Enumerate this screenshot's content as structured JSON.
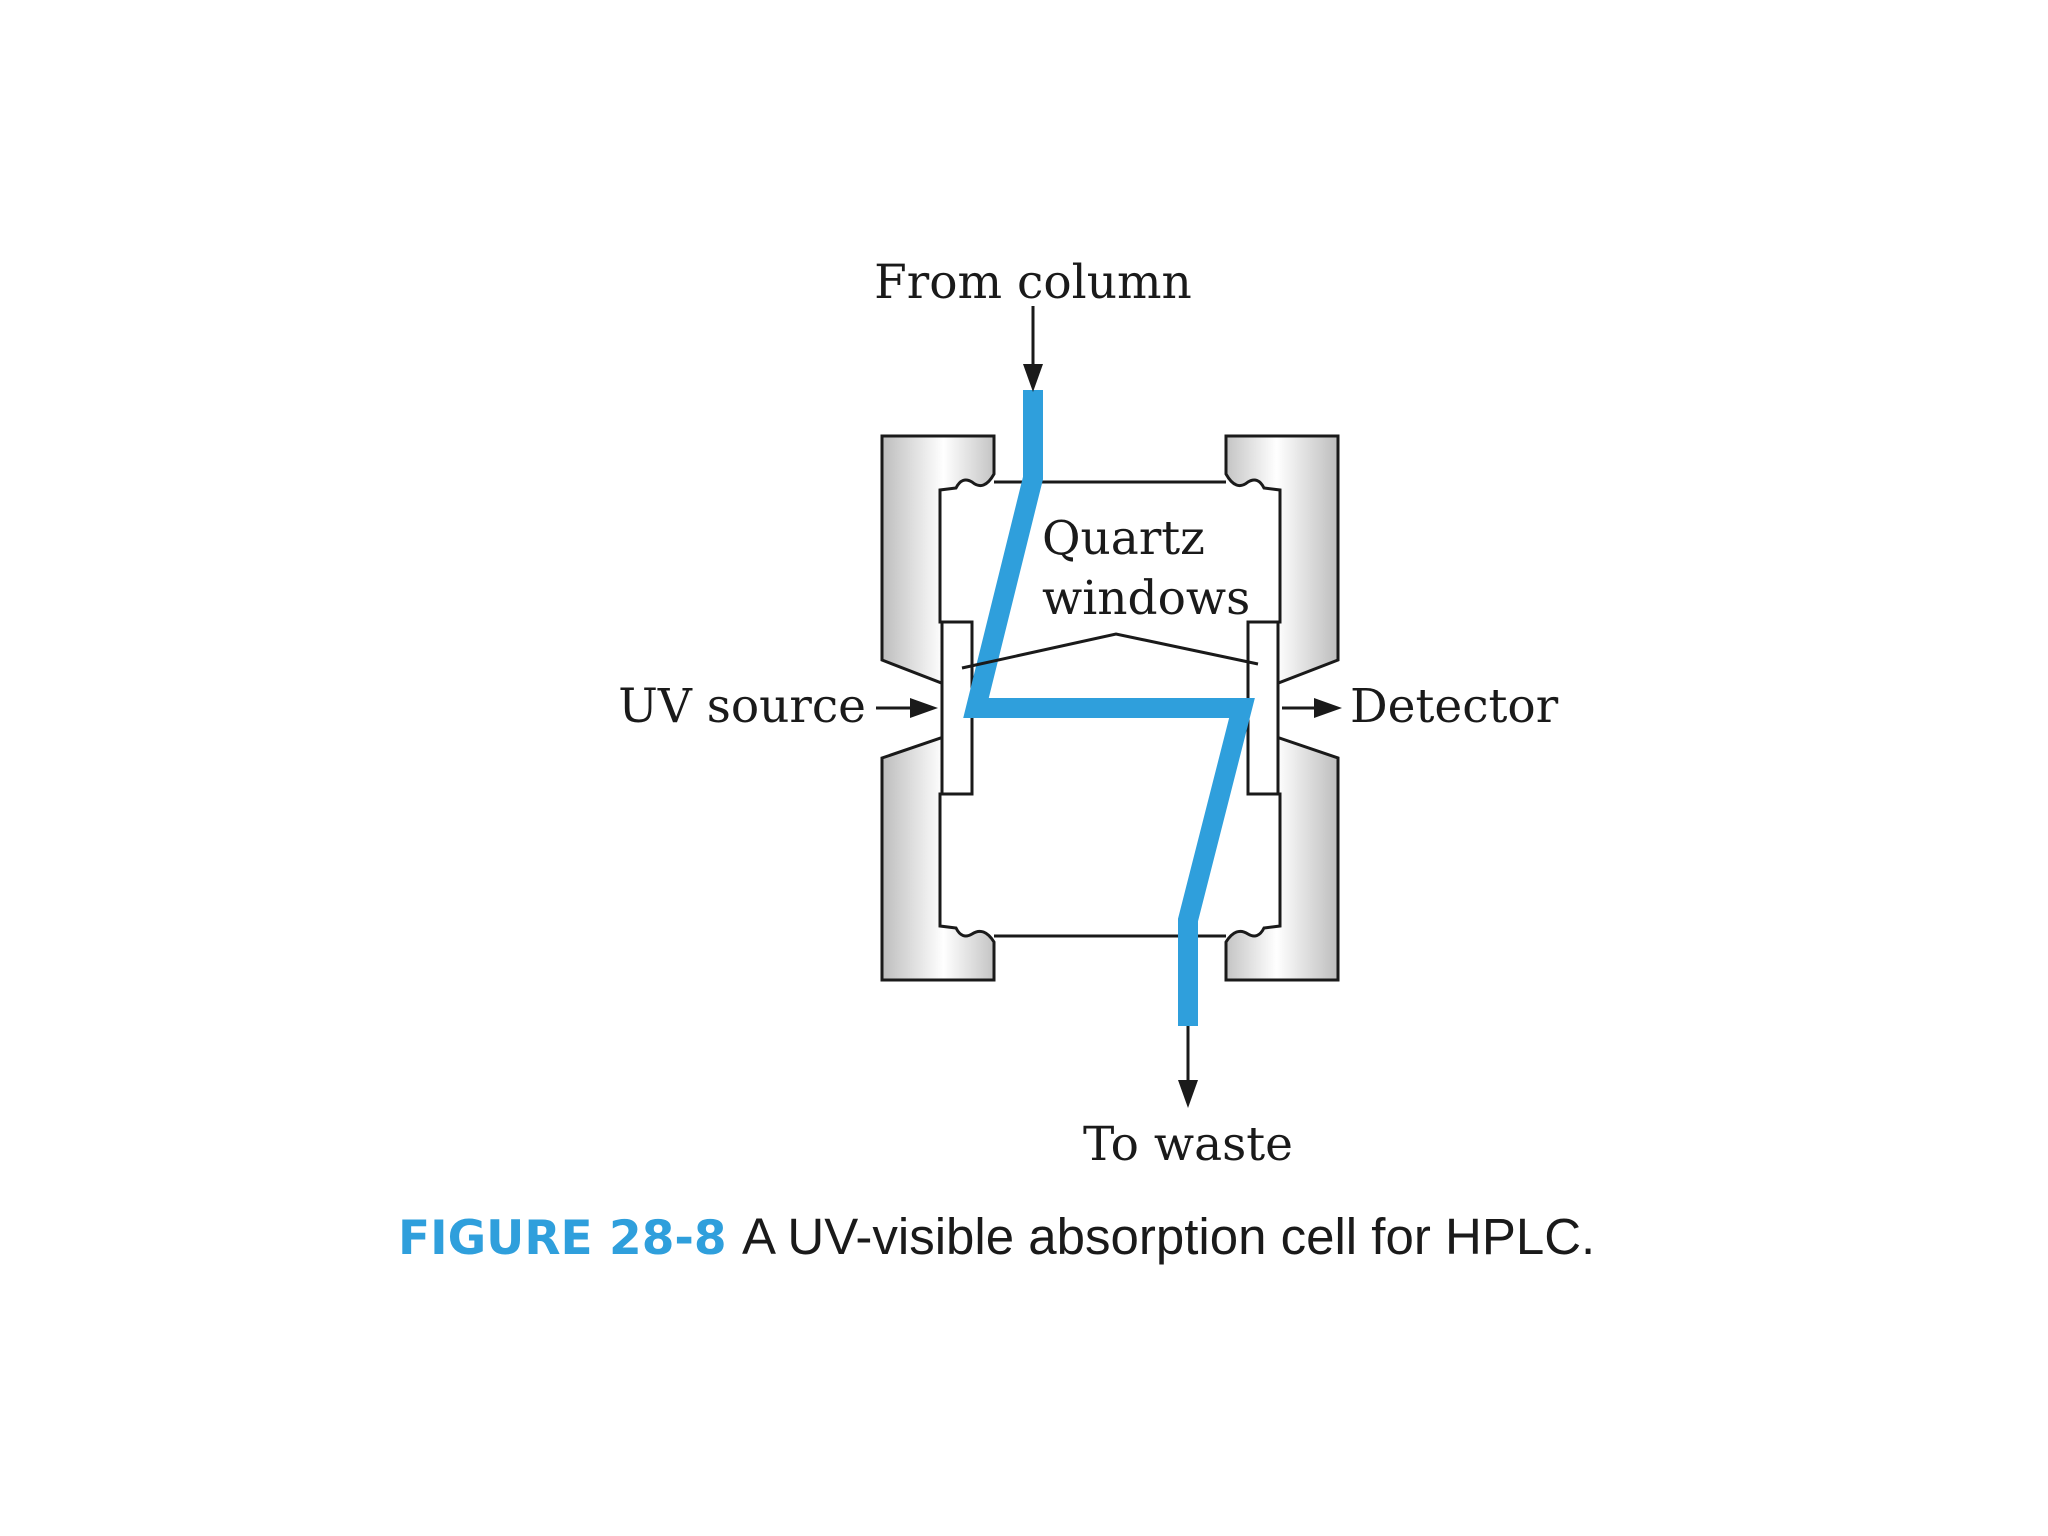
{
  "labels": {
    "from_column": "From column",
    "quartz_line1": "Quartz",
    "quartz_line2": "windows",
    "uv_source": "UV source",
    "detector": "Detector",
    "to_waste": "To waste"
  },
  "caption": {
    "number": "FIGURE 28-8",
    "text": "A UV-visible absorption cell for HPLC."
  },
  "colors": {
    "flow": "#2f9fdc",
    "caption_number": "#2f9fdc",
    "outline": "#1a1a1a"
  }
}
